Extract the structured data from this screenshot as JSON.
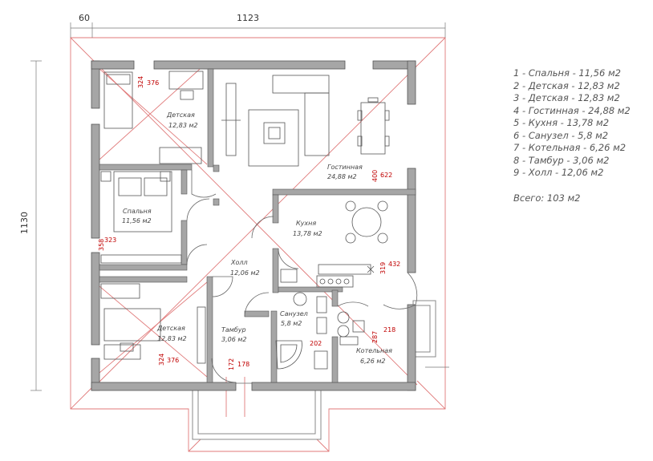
{
  "dimensions": {
    "top_small": "60",
    "top": "1123",
    "left": "1130"
  },
  "rooms": {
    "kids1": {
      "name": "Детская",
      "area": "12,83 м2",
      "d1": "324",
      "d2": "376"
    },
    "bedroom": {
      "name": "Спальня",
      "area": "11,56 м2",
      "d1": "358",
      "d2": "323"
    },
    "kids2": {
      "name": "Детская",
      "area": "12,83 м2",
      "d1": "324",
      "d2": "376"
    },
    "living": {
      "name": "Гостинная",
      "area": "24,88 м2",
      "d1": "400",
      "d2": "622"
    },
    "kitchen": {
      "name": "Кухня",
      "area": "13,78 м2",
      "d1": "319",
      "d2": "432"
    },
    "hall": {
      "name": "Холл",
      "area": "12,06 м2"
    },
    "vestibule": {
      "name": "Тамбур",
      "area": "3,06 м2",
      "d1": "172",
      "d2": "178"
    },
    "bath": {
      "name": "Санузел",
      "area": "5,8 м2",
      "d1": "202"
    },
    "boiler": {
      "name": "Котельная",
      "area": "6,26 м2",
      "d1": "287",
      "d2": "218"
    }
  },
  "legend": {
    "items": [
      "1 - Спальня - 11,56 м2",
      "2 - Детская - 12,83 м2",
      "3 - Детская - 12,83 м2",
      "4 - Гостинная - 24,88 м2",
      "5 - Кухня - 13,78 м2",
      "6 - Санузел - 5,8 м2",
      "7 - Котельная - 6,26 м2",
      "8 - Тамбур - 3,06 м2",
      "9 - Холл - 12,06 м2"
    ],
    "total": "Всего: 103 м2"
  },
  "colors": {
    "wall": "#a6a6a6",
    "wall_edge": "#555555",
    "roof_line": "#e07a7a",
    "dim_red": "#c00000"
  }
}
